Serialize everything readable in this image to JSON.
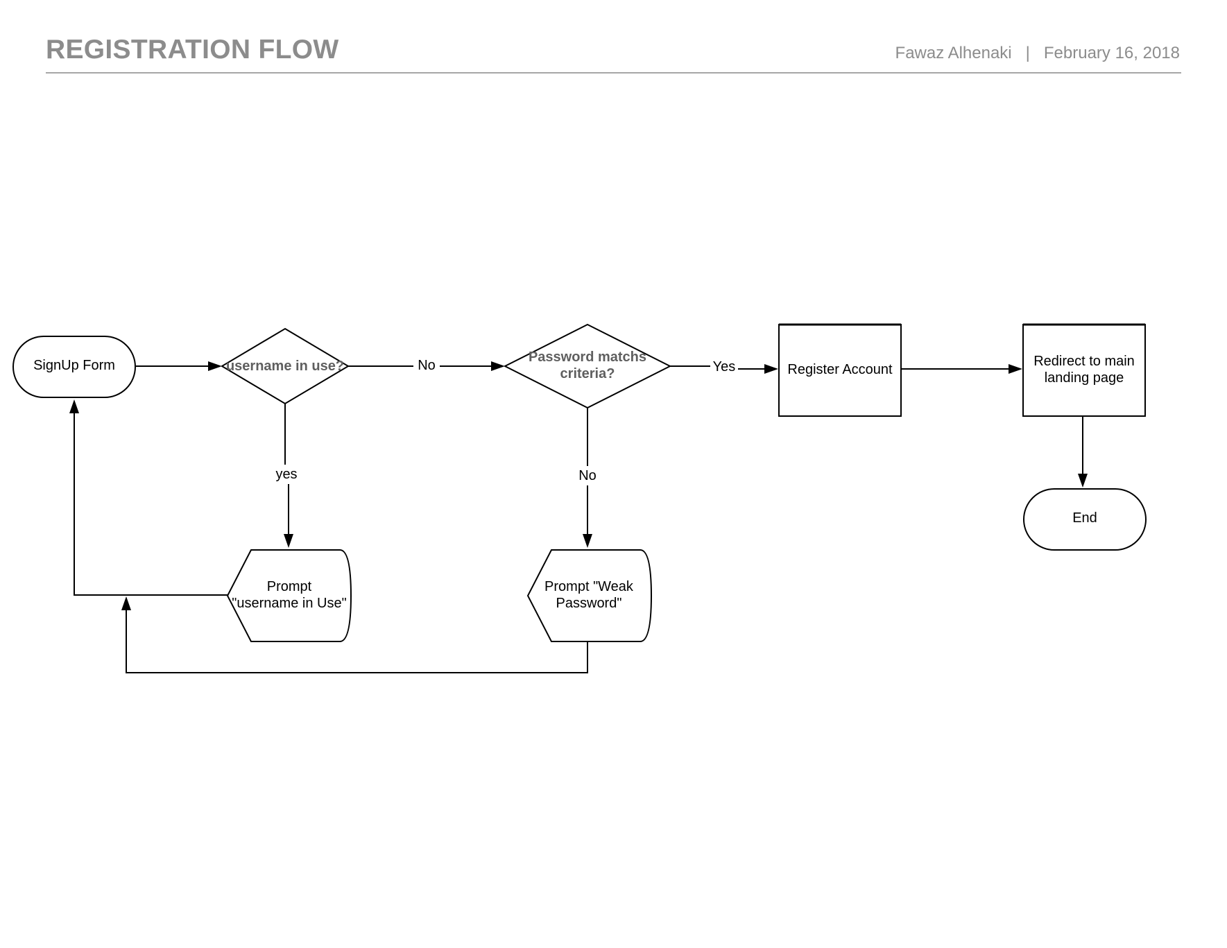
{
  "header": {
    "title": "REGISTRATION FLOW",
    "author": "Fawaz Alhenaki",
    "separator": "|",
    "date": "February 16, 2018"
  },
  "nodes": {
    "signup": {
      "line1": "SignUp Form"
    },
    "username_check": {
      "line1": "username in use?"
    },
    "password_check": {
      "line1": "Password matchs",
      "line2": "criteria?"
    },
    "register": {
      "line1": "Register Account"
    },
    "redirect": {
      "line1": "Redirect to main",
      "line2": "landing page"
    },
    "end": {
      "line1": "End"
    },
    "prompt_username": {
      "line1": "Prompt",
      "line2": "\"username in Use\""
    },
    "prompt_password": {
      "line1": "Prompt  \"Weak",
      "line2": "Password\""
    }
  },
  "edges": {
    "username_no": "No",
    "username_yes": "yes",
    "password_yes": "Yes",
    "password_no": "No"
  },
  "colors": {
    "header_text": "#8c8c8c",
    "question_text": "#5f5f5f",
    "stroke": "#000000"
  }
}
